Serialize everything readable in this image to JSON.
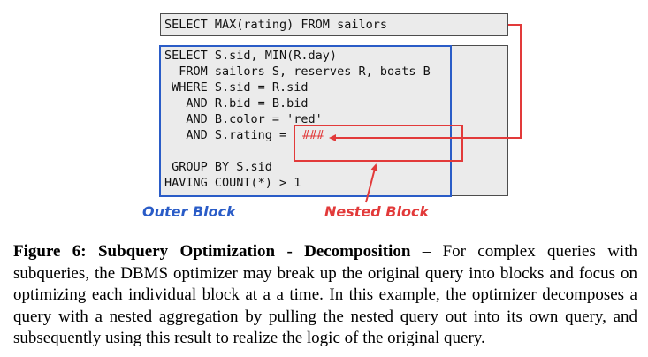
{
  "outer_query": "SELECT MAX(rating) FROM sailors",
  "main_query": {
    "lines": [
      "SELECT S.sid, MIN(R.day)",
      "  FROM sailors S, reserves R, boats B",
      " WHERE S.sid = R.sid",
      "   AND R.bid = B.bid",
      "   AND B.color = 'red'",
      "   AND S.rating = ",
      "",
      " GROUP BY S.sid",
      "HAVING COUNT(*) > 1"
    ],
    "placeholder": "###"
  },
  "labels": {
    "outer_block": "Outer Block",
    "nested_block": "Nested Block"
  },
  "caption": {
    "title": "Figure 6: Subquery Optimization - Decomposition",
    "text": " – For complex queries with subqueries, the DBMS optimizer may break up the original query into blocks and focus on optimizing each individual block at a a time. In this example, the optimizer decomposes a query with a nested aggregation by pulling the nested query out into its own query, and subsequently using this result to realize the logic of the original query."
  },
  "colors": {
    "outer": "#2a5cc7",
    "nested": "#e23a3a",
    "box_fill": "#ebebeb",
    "box_border": "#4d4d4d"
  }
}
